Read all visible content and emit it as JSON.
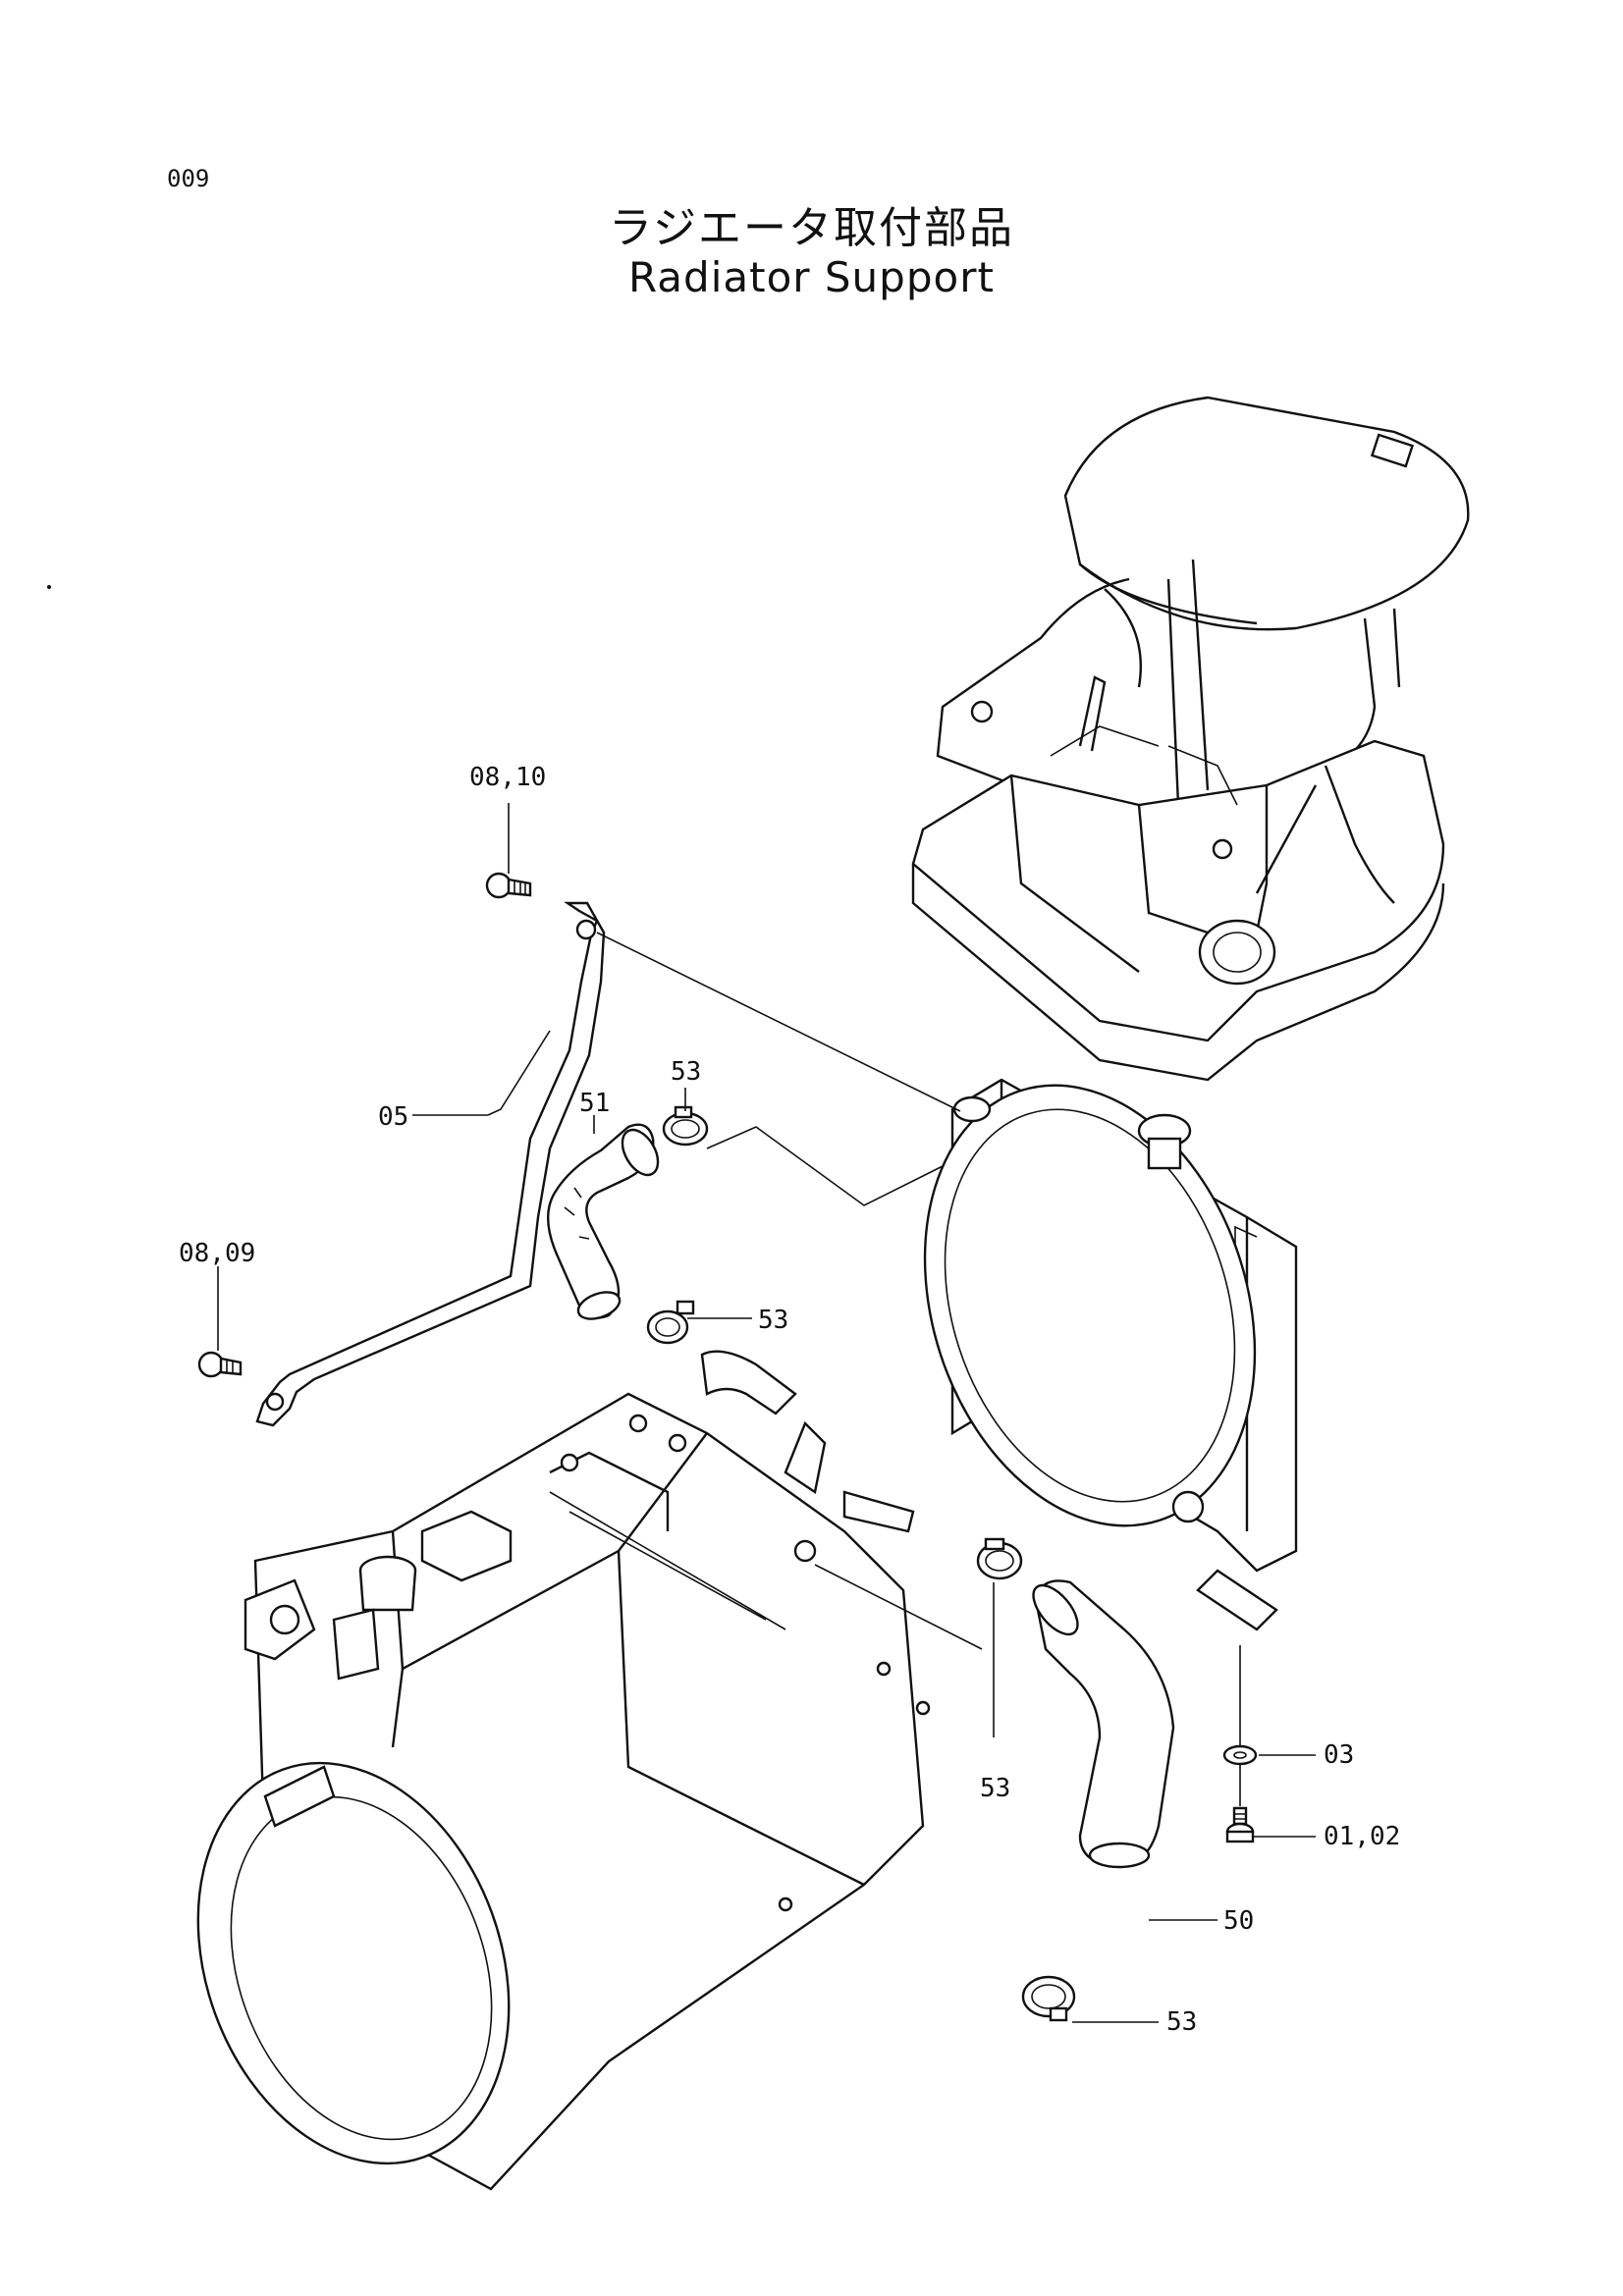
{
  "page": {
    "number": "009",
    "title_jp": "ラジエータ取付部品",
    "title_en": "Radiator Support"
  },
  "callouts": {
    "c0810": "08,10",
    "c05": "05",
    "c0809": "08,09",
    "c51": "51",
    "c53_top": "53",
    "c53_mid": "53",
    "c53_low": "53",
    "c53_bottom": "53",
    "c03": "03",
    "c0102": "01,02",
    "c50": "50"
  }
}
